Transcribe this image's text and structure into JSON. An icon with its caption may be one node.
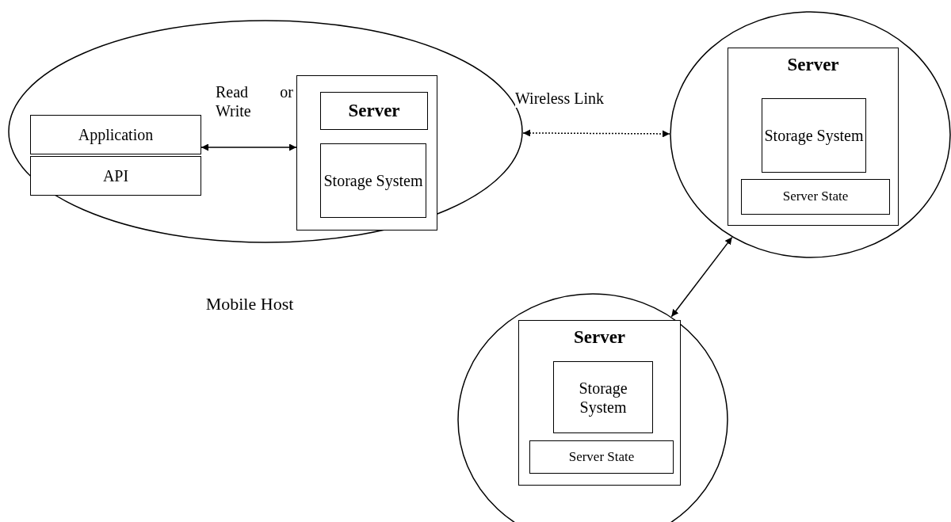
{
  "diagram": {
    "nodes": [
      {
        "text": [
          "Mobile Host"
        ]
      },
      {
        "text": [
          "Application"
        ],
        "in": 0
      },
      {
        "text": [
          "API"
        ],
        "in": 0
      },
      {
        "text": [],
        "shape": "box",
        "in": 0
      },
      {
        "text": [
          "Server"
        ],
        "in": 3
      },
      {
        "text": [
          "Storage System"
        ],
        "in": 3
      },
      {
        "text": [],
        "shape": "circle"
      },
      {
        "text": [
          "Server"
        ],
        "in": 6
      },
      {
        "text": [
          "Storage System"
        ],
        "in": 7
      },
      {
        "text": [
          "Server State"
        ],
        "in": 7
      },
      {
        "text": [],
        "shape": "circle"
      },
      {
        "text": [
          "Server"
        ],
        "in": 10
      },
      {
        "text": [
          "Storage System"
        ],
        "in": 11
      },
      {
        "text": [
          "Server State"
        ],
        "in": 11
      }
    ],
    "edges": [
      {
        "from": 1,
        "to": 3,
        "arrow": "both",
        "label": "Read or Write"
      },
      {
        "from": 0,
        "to": 6,
        "arrow": "both",
        "label": "Wireless Link",
        "style": "dashed"
      },
      {
        "from": 6,
        "to": 10,
        "arrow": "both"
      }
    ]
  }
}
